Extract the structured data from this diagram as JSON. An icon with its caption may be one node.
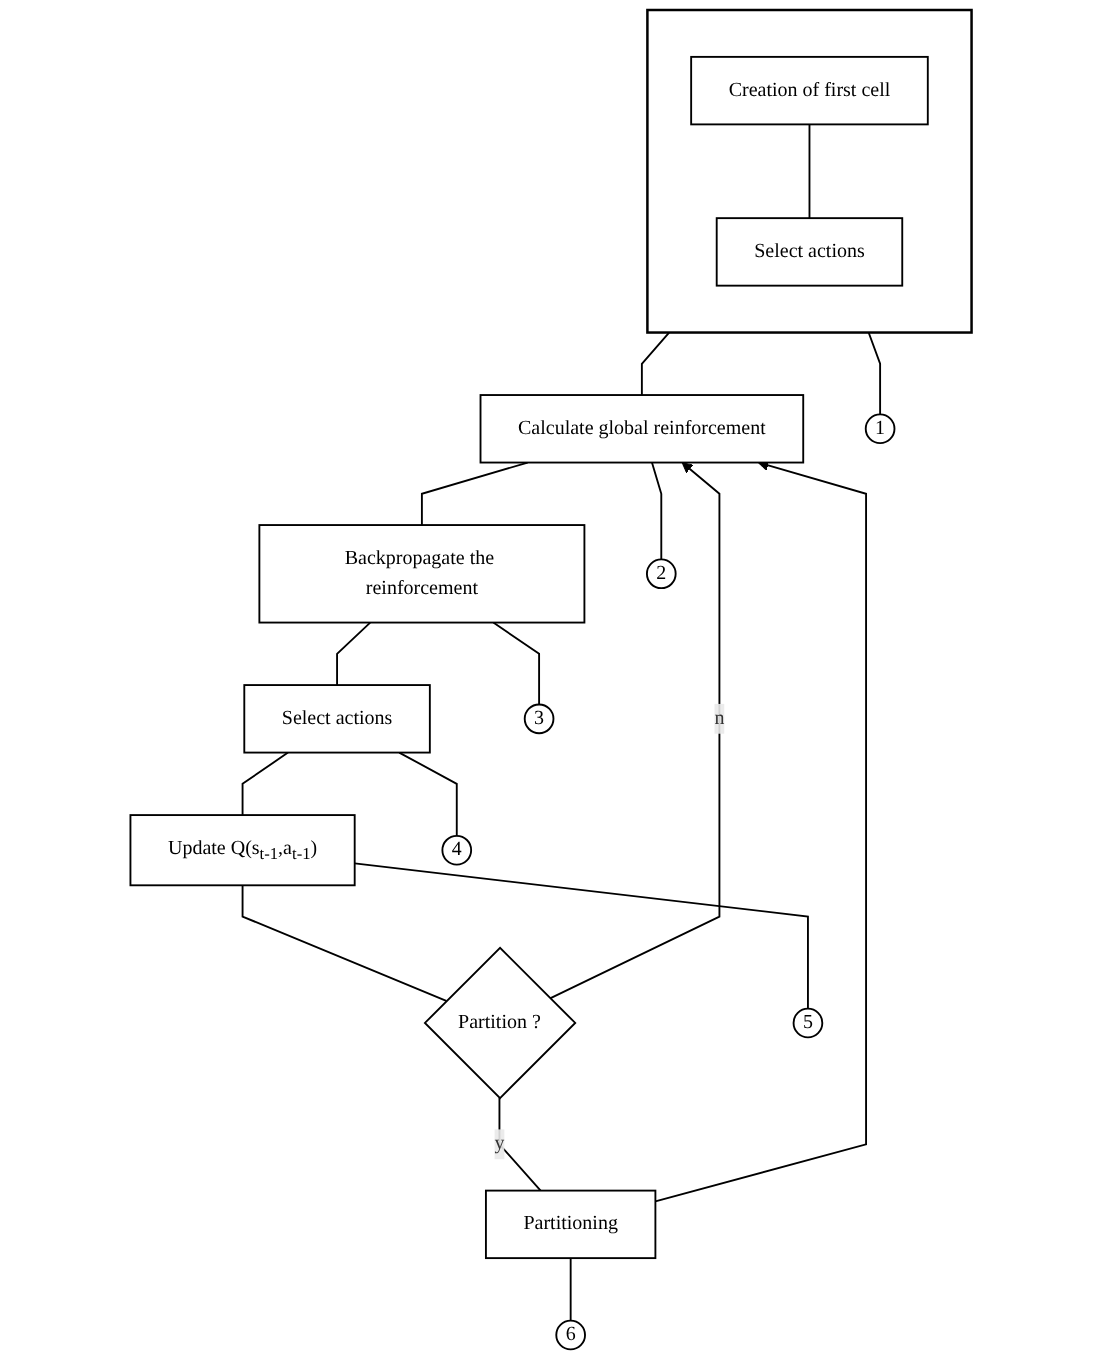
{
  "diagram": {
    "nodes": [
      {
        "text": [],
        "shape": "box"
      },
      {
        "text": [
          "Creation of first cell"
        ],
        "in": 0
      },
      {
        "text": [
          "Select actions"
        ],
        "in": 0
      },
      {
        "text": [
          "Calculate global reinforcement"
        ]
      },
      {
        "text": [
          "Backpropagate the reinforcement"
        ]
      },
      {
        "text": [
          "Select actions"
        ]
      },
      {
        "text": [
          "Update Q(s$_{t-1}$,a$_{t-1}$)"
        ]
      },
      {
        "text": [
          "Partition ?"
        ]
      },
      {
        "text": [
          "Partitioning"
        ]
      },
      {
        "text": [
          "1"
        ]
      },
      {
        "text": [
          "2"
        ]
      },
      {
        "text": [
          "3"
        ]
      },
      {
        "text": [
          "4"
        ]
      },
      {
        "text": [
          "5"
        ]
      },
      {
        "text": [
          "6"
        ]
      }
    ],
    "edges": [
      {
        "from": 1,
        "to": 2,
        "arrow": "none"
      },
      {
        "from": 0,
        "to": 3,
        "arrow": "none"
      },
      {
        "from": 3,
        "to": 4,
        "arrow": "none"
      },
      {
        "from": 4,
        "to": 5,
        "arrow": "none"
      },
      {
        "from": 5,
        "to": 6,
        "arrow": "none"
      },
      {
        "from": 6,
        "to": 7,
        "arrow": "none"
      },
      {
        "from": 7,
        "to": 8,
        "label": "y",
        "arrow": "none"
      },
      {
        "from": 7,
        "to": 3,
        "label": "n",
        "arrow": "to"
      },
      {
        "from": 8,
        "to": 3,
        "arrow": "to"
      },
      {
        "from": 0,
        "to": 9,
        "arrow": "none"
      },
      {
        "from": 3,
        "to": 10,
        "arrow": "none"
      },
      {
        "from": 4,
        "to": 11,
        "arrow": "none"
      },
      {
        "from": 5,
        "to": 12,
        "arrow": "none"
      },
      {
        "from": 6,
        "to": 13,
        "arrow": "none"
      },
      {
        "from": 8,
        "to": 14,
        "arrow": "none"
      }
    ]
  }
}
